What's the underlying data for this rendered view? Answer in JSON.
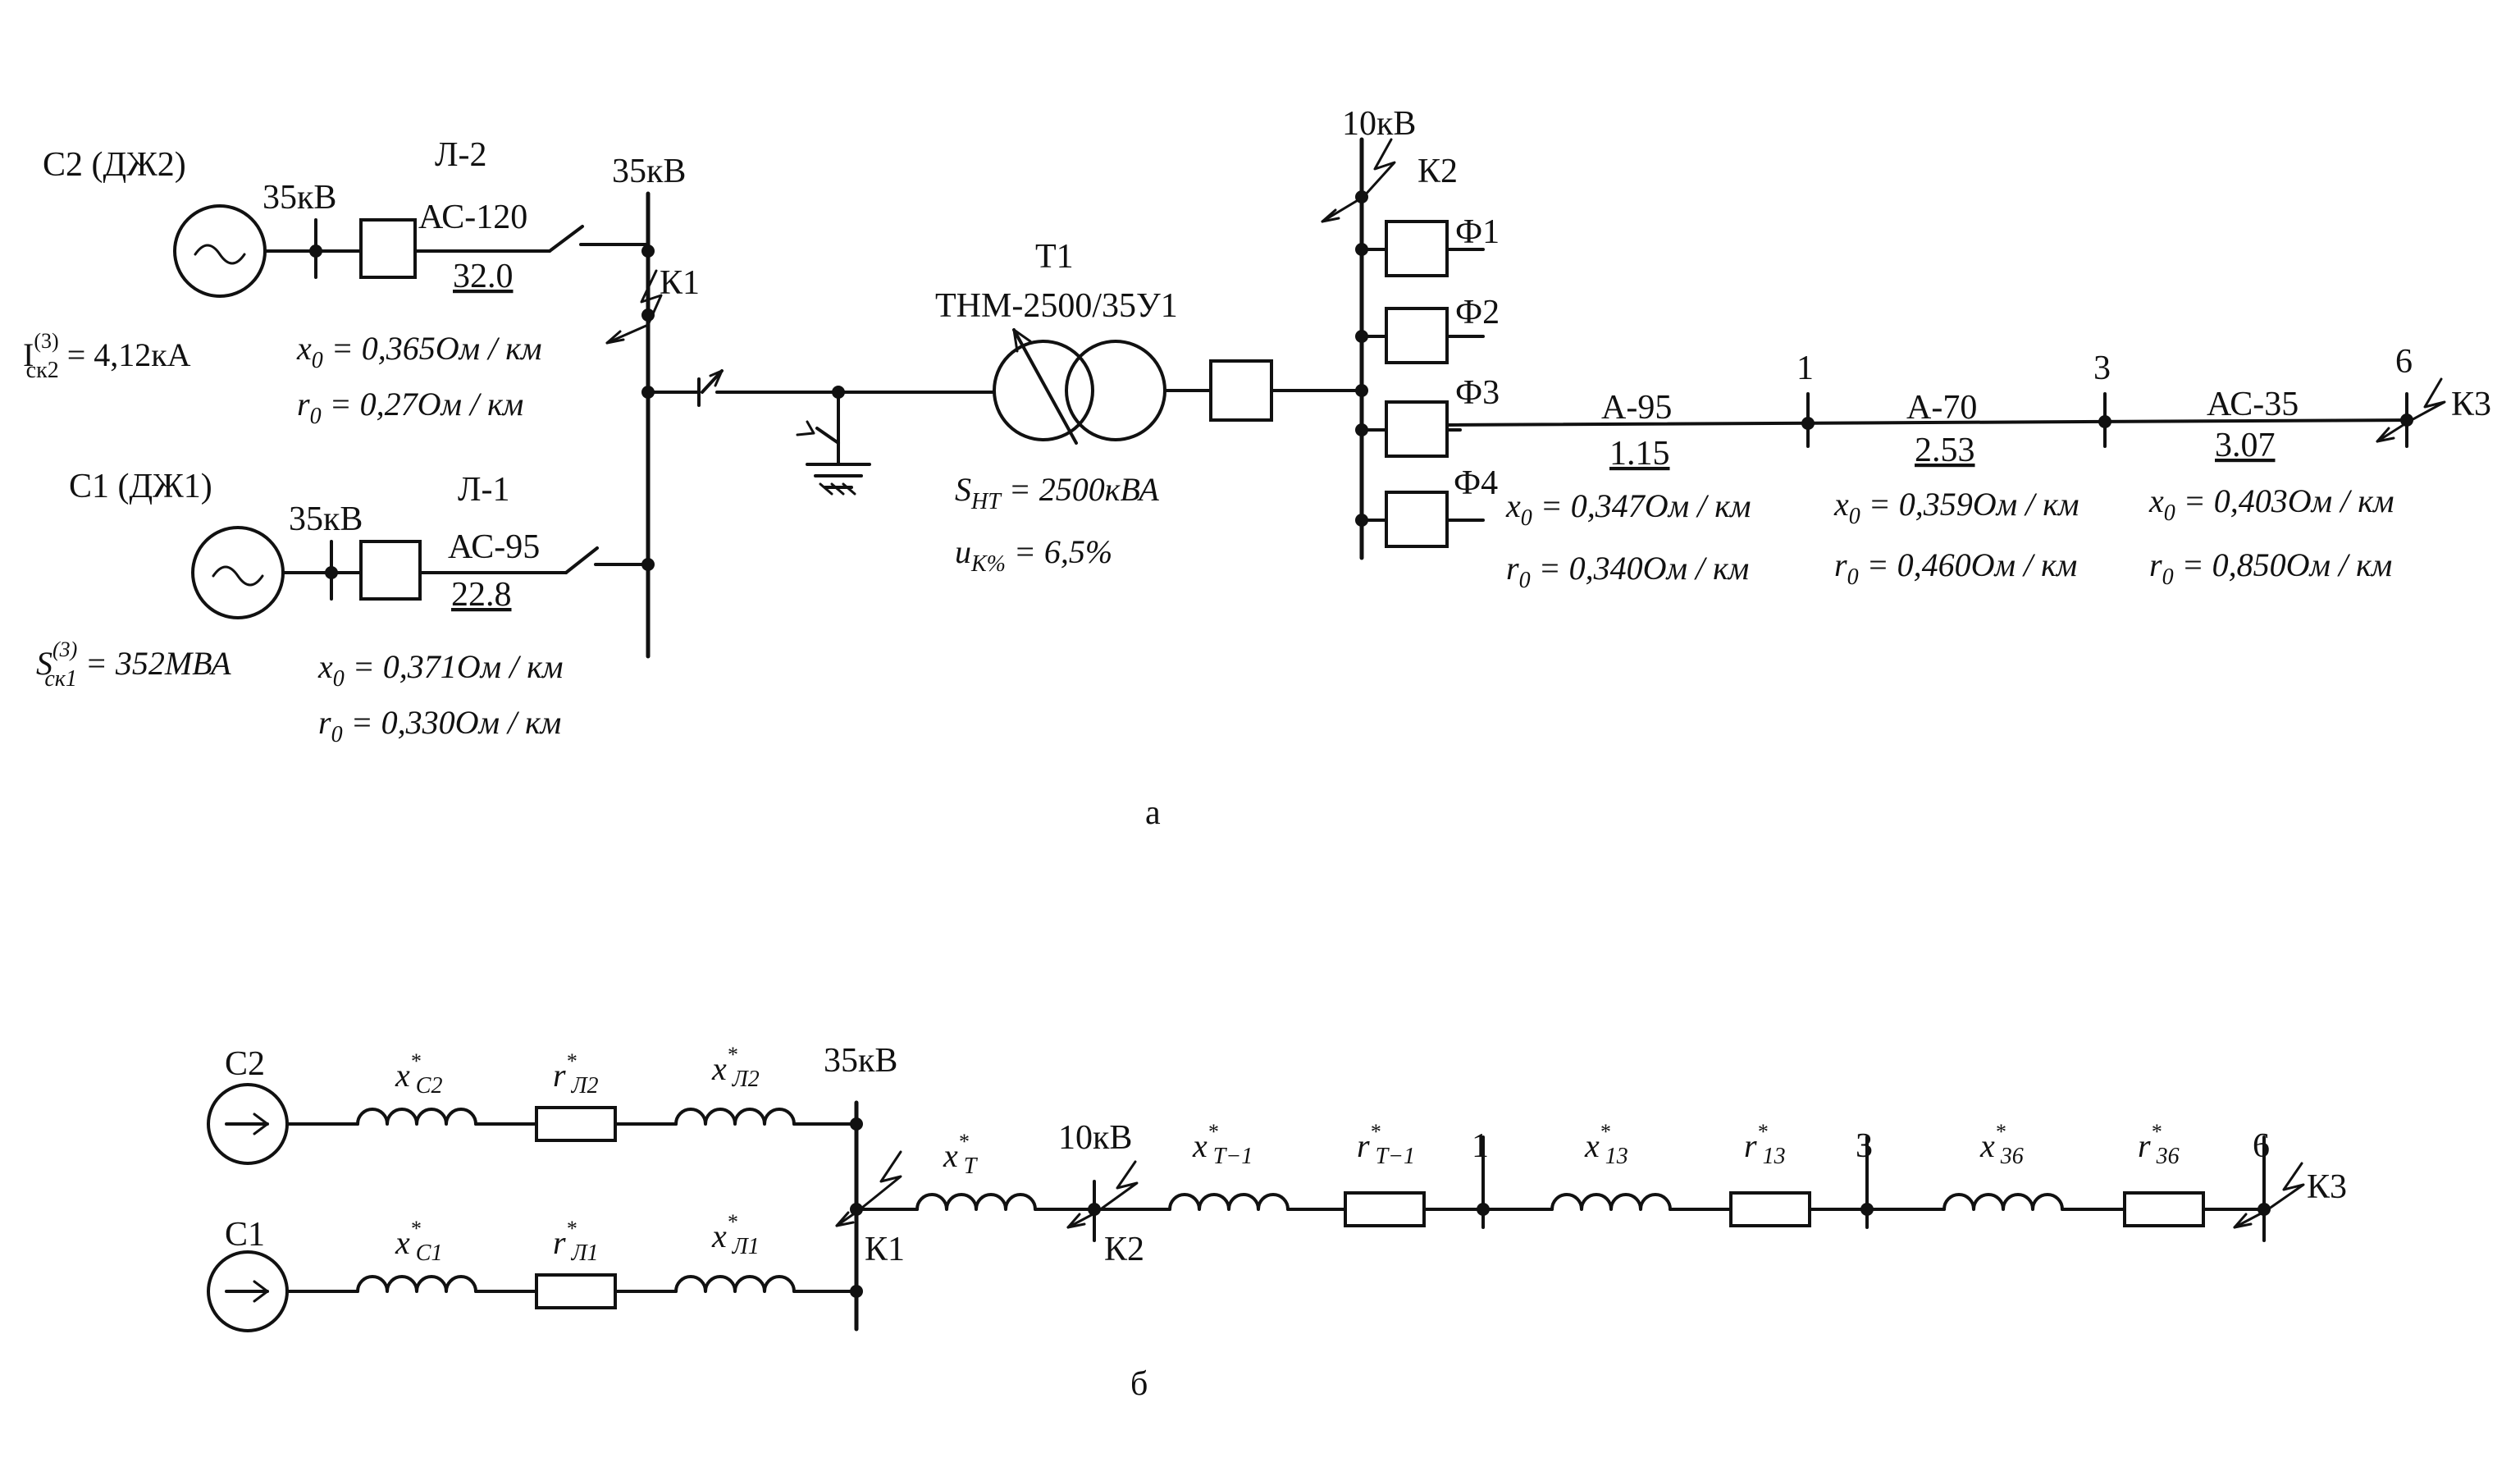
{
  "diagram_a": {
    "label": "а",
    "c2": {
      "name": "С2 (ДЖ2)",
      "voltage": "35кВ",
      "line_name": "Л-2",
      "line_wire": "АС-120",
      "line_length": "32.0",
      "i_prefix": "I",
      "i_sup": "(3)",
      "i_sub": "ск2",
      "i_value": "= 4,12кА",
      "x0_prefix": "x",
      "x0_sub": "0",
      "x0_value": "= 0,365Ом / км",
      "r0_prefix": "r",
      "r0_sub": "0",
      "r0_value": "= 0,27Ом / км"
    },
    "c1": {
      "name": "С1 (ДЖ1)",
      "voltage": "35кВ",
      "line_name": "Л-1",
      "line_wire": "АС-95",
      "line_length": "22.8",
      "s_prefix": "S",
      "s_sup": "(3)",
      "s_sub": "ск1",
      "s_value": "= 352МВА",
      "x0_prefix": "x",
      "x0_sub": "0",
      "x0_value": "= 0,371Ом / км",
      "r0_prefix": "r",
      "r0_sub": "0",
      "r0_value": "= 0,330Ом / км"
    },
    "bus35_label": "35кВ",
    "k1": "К1",
    "transformer": {
      "name": "Т1",
      "model": "ТНМ-2500/35У1",
      "s_prefix": "S",
      "s_sub": "НТ",
      "s_value": "= 2500кВА",
      "u_prefix": "u",
      "u_sub": "К%",
      "u_value": "= 6,5%"
    },
    "bus10_label": "10кВ",
    "k2": "К2",
    "feeders": [
      "Ф1",
      "Ф2",
      "Ф3",
      "Ф4"
    ],
    "nodes": [
      "1",
      "3",
      "6"
    ],
    "k3": "К3",
    "segments": [
      {
        "wire": "А-95",
        "length": "1.15",
        "x_prefix": "x",
        "x_sub": "0",
        "x_value": "= 0,347Ом / км",
        "r_prefix": "r",
        "r_sub": "0",
        "r_value": "= 0,340Ом / км"
      },
      {
        "wire": "А-70",
        "length": "2.53",
        "x_prefix": "x",
        "x_sub": "0",
        "x_value": "= 0,359Ом / км",
        "r_prefix": "r",
        "r_sub": "0",
        "r_value": "= 0,460Ом / км"
      },
      {
        "wire": "АС-35",
        "length": "3.07",
        "x_prefix": "x",
        "x_sub": "0",
        "x_value": "= 0,403Ом / км",
        "r_prefix": "r",
        "r_sub": "0",
        "r_value": "= 0,850Ом / км"
      }
    ]
  },
  "diagram_b": {
    "label": "б",
    "c2": "С2",
    "c1": "С1",
    "bus35_label": "35кВ",
    "bus10_label": "10кВ",
    "k1": "К1",
    "k2": "К2",
    "k3": "К3",
    "star": "*",
    "nodes": [
      "1",
      "3",
      "6"
    ],
    "elements": {
      "xc2": {
        "main": "x",
        "sub": "С2"
      },
      "rl2": {
        "main": "r",
        "sub": "Л2"
      },
      "xl2": {
        "main": "x",
        "sub": "Л2"
      },
      "xc1": {
        "main": "x",
        "sub": "С1"
      },
      "rl1": {
        "main": "r",
        "sub": "Л1"
      },
      "xl1": {
        "main": "x",
        "sub": "Л1"
      },
      "xt": {
        "main": "x",
        "sub": "Т"
      },
      "xt1": {
        "main": "x",
        "sub": "Т−1"
      },
      "rt1": {
        "main": "r",
        "sub": "Т−1"
      },
      "x13": {
        "main": "x",
        "sub": "13"
      },
      "r13": {
        "main": "r",
        "sub": "13"
      },
      "x36": {
        "main": "x",
        "sub": "36"
      },
      "r36": {
        "main": "r",
        "sub": "36"
      }
    }
  }
}
